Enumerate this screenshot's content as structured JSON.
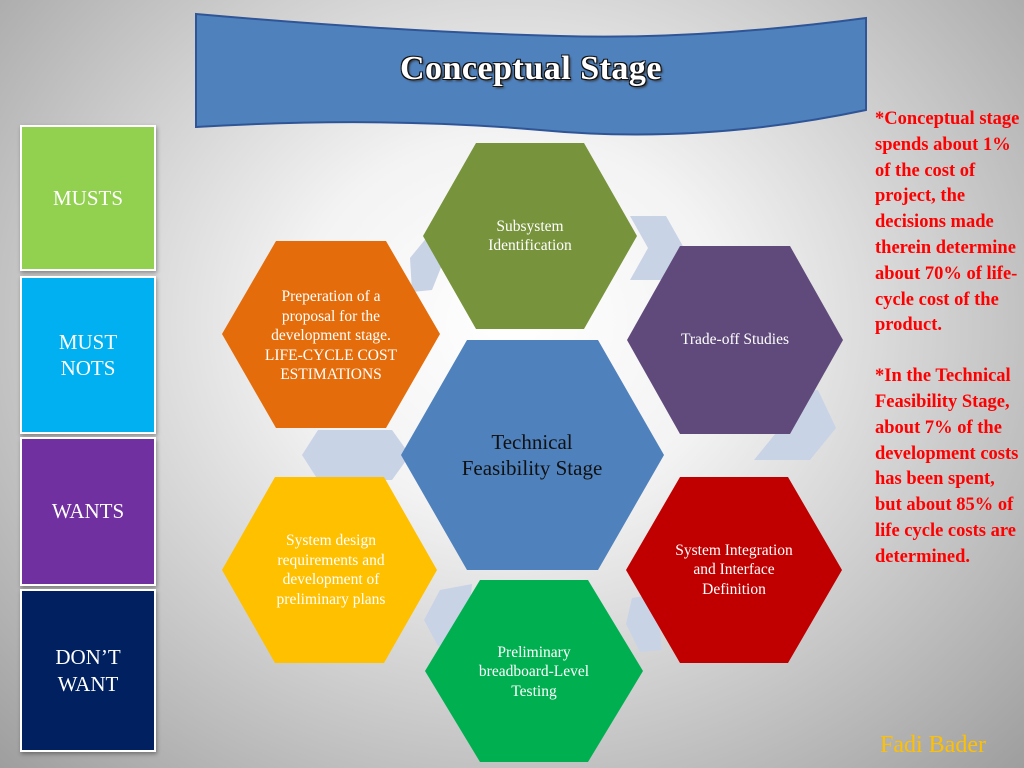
{
  "title": "Conceptual Stage",
  "side_boxes": [
    {
      "label": "MUSTS"
    },
    {
      "label": "MUST NOTS"
    },
    {
      "label": "WANTS"
    },
    {
      "label": "DON’T WANT"
    }
  ],
  "center": {
    "label": "Technical Feasibility Stage"
  },
  "steps": [
    {
      "label": "Subsystem Identification"
    },
    {
      "label": "Trade-off Studies"
    },
    {
      "label": "System Integration and Interface Definition"
    },
    {
      "label": "Preliminary breadboard-Level Testing"
    },
    {
      "label": "System design requirements and development of preliminary plans"
    },
    {
      "label": "Preperation of a proposal for the development stage. LIFE-CYCLE COST ESTIMATIONS"
    }
  ],
  "note": {
    "paragraph_1": "*Conceptual stage spends about 1% of the cost of project, the decisions made therein determine about 70% of life-cycle cost of the product.",
    "paragraph_2": "*In the Technical Feasibility Stage, about 7% of the development costs has been spent, but about 85% of life cycle costs are determined."
  },
  "author": "Fadi Bader",
  "colors": {
    "banner": "#4f81bd",
    "center": "#4f81bd",
    "subsystem": "#77933c",
    "tradeoff": "#604a7b",
    "integration": "#c00000",
    "testing": "#00b050",
    "design": "#ffc000",
    "proposal": "#e46c0a",
    "connector": "#c9d3e6",
    "note_text": "#ff0000",
    "author_text": "#ffc000"
  }
}
